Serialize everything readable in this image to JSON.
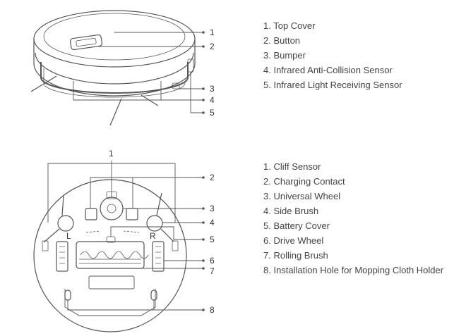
{
  "top_view": {
    "callouts": [
      "1",
      "2",
      "3",
      "4",
      "5"
    ],
    "legend": [
      "1. Top Cover",
      "2. Button",
      "3. Bumper",
      "4. Infrared Anti-Collision Sensor",
      "5. Infrared Light Receiving Sensor"
    ]
  },
  "bottom_view": {
    "callouts": [
      "1",
      "2",
      "3",
      "4",
      "5",
      "6",
      "7",
      "8"
    ],
    "wheel_labels": {
      "left": "L",
      "right": "R"
    },
    "legend": [
      "1. Cliff Sensor",
      "2. Charging Contact",
      "3. Universal Wheel",
      "4. Side Brush",
      "5. Battery Cover",
      "6. Drive Wheel",
      "7. Rolling Brush",
      "8. Installation Hole for Mopping Cloth Holder"
    ]
  }
}
